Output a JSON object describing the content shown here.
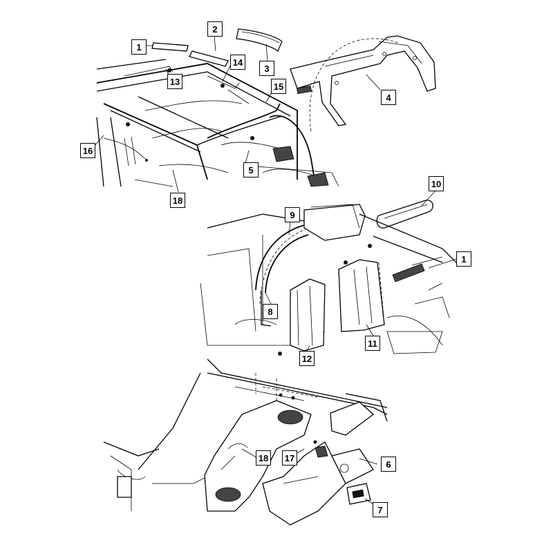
{
  "callouts": {
    "c1_top": "1",
    "c2": "2",
    "c3": "3",
    "c4": "4",
    "c13": "13",
    "c14": "14",
    "c15": "15",
    "c16": "16",
    "c5": "5",
    "c18_top": "18",
    "c10": "10",
    "c9": "9",
    "c1_mid": "1",
    "c8": "8",
    "c11": "11",
    "c12": "12",
    "c18_bottom": "18",
    "c17": "17",
    "c6": "6",
    "c7": "7"
  }
}
